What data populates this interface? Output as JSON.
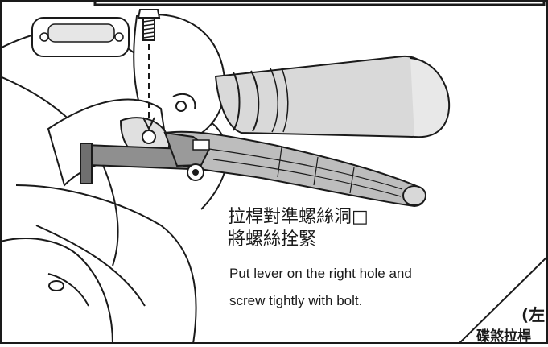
{
  "instruction": {
    "zh_line1": "拉桿對準螺絲洞□",
    "zh_line2": "將螺絲拴緊",
    "en_line1": "Put lever on the right hole and",
    "en_line2": "screw tightly with bolt."
  },
  "corner": {
    "paren_text": "(左",
    "label_text": "碟煞拉桿"
  },
  "colors": {
    "line": "#1a1a1a",
    "panel_fill": "#ffffff",
    "grip_fill": "#bdbdbd",
    "metal_fill": "#9a9a9a"
  }
}
